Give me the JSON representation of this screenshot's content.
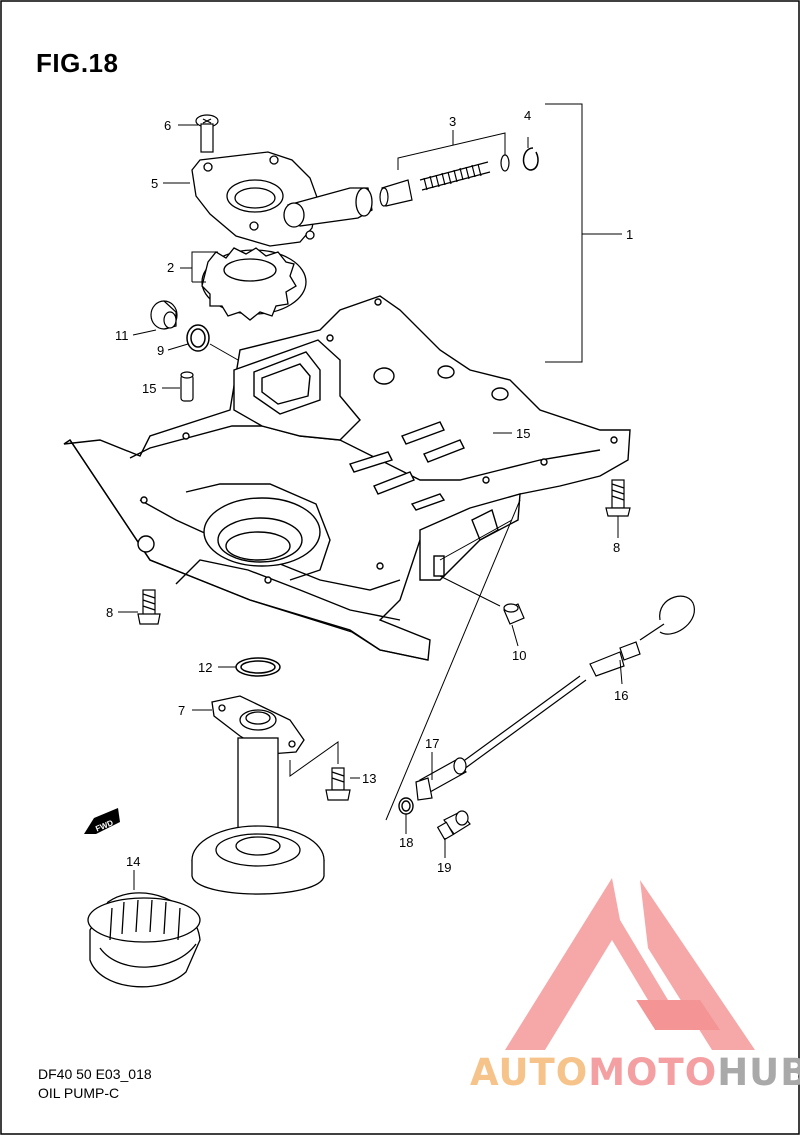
{
  "figure": {
    "title": "FIG.18",
    "code": "DF40 50 E03_018",
    "name": "OIL PUMP-C",
    "fwd_label": "FWD"
  },
  "callouts": [
    "1",
    "2",
    "3",
    "4",
    "5",
    "6",
    "7",
    "8",
    "8",
    "9",
    "10",
    "11",
    "12",
    "13",
    "14",
    "15",
    "15",
    "16",
    "17",
    "18",
    "19"
  ],
  "watermark": {
    "part1": "AUTO",
    "part2": "MOTO",
    "part3": "HUB",
    "colors": {
      "triangle": "#f08080",
      "auto": "#f6c48a",
      "moto": "#f4a0a3",
      "hub": "#a9a9a9"
    }
  }
}
